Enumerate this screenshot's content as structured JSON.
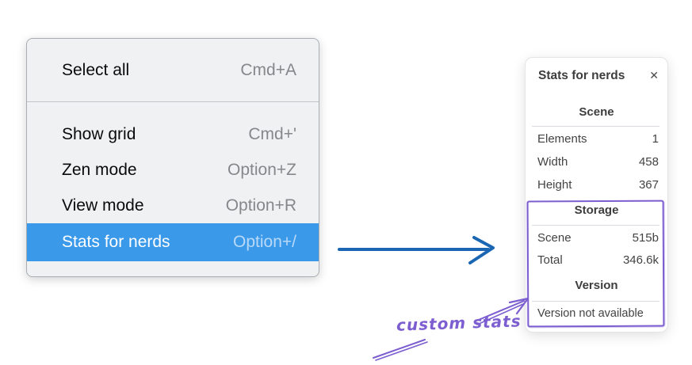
{
  "colors": {
    "menu_background": "#f0f1f2",
    "menu_border": "#a9aeb4",
    "highlight_background": "#3b99ea",
    "highlight_shortcut": "#b9d9f7",
    "blue_arrow": "#1b66b2",
    "purple_annotation": "#7c5ed0",
    "panel_divider": "#d7dade"
  },
  "context_menu": {
    "items": [
      {
        "label": "Select all",
        "shortcut": "Cmd+A"
      },
      {
        "label": "Show grid",
        "shortcut": "Cmd+'"
      },
      {
        "label": "Zen mode",
        "shortcut": "Option+Z"
      },
      {
        "label": "View mode",
        "shortcut": "Option+R"
      },
      {
        "label": "Stats for nerds",
        "shortcut": "Option+/"
      }
    ],
    "selected_item": "Stats for nerds"
  },
  "stats_panel": {
    "title": "Stats for nerds",
    "icons": {
      "close": "✕"
    },
    "scene_section": {
      "header": "Scene",
      "rows": [
        {
          "label": "Elements",
          "value": "1"
        },
        {
          "label": "Width",
          "value": "458"
        },
        {
          "label": "Height",
          "value": "367"
        }
      ]
    },
    "storage_section": {
      "header": "Storage",
      "rows": [
        {
          "label": "Scene",
          "value": "515b"
        },
        {
          "label": "Total",
          "value": "346.6k"
        }
      ]
    },
    "version_section": {
      "header": "Version",
      "note": "Version not available"
    }
  },
  "annotation": {
    "label": "custom stats"
  }
}
